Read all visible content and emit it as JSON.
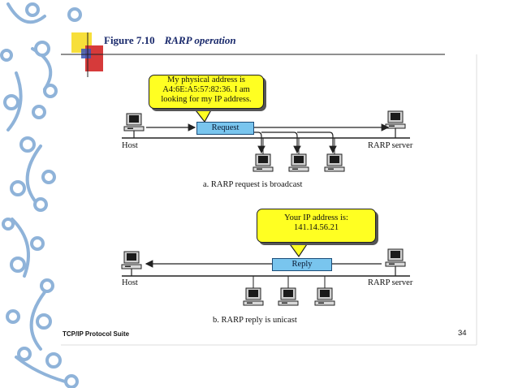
{
  "figure": {
    "number": "Figure 7.10",
    "caption": "RARP operation"
  },
  "part_a": {
    "bubble_lines": [
      "My physical address is",
      "A4:6E:A5:57:82:36.  I am",
      "looking for my IP address."
    ],
    "packet_label": "Request",
    "host_label": "Host",
    "server_label": "RARP server",
    "caption": "a. RARP request is broadcast"
  },
  "part_b": {
    "bubble_lines": [
      "Your IP address is:",
      "141.14.56.21"
    ],
    "packet_label": "Reply",
    "host_label": "Host",
    "server_label": "RARP server",
    "caption": "b. RARP reply is unicast"
  },
  "footer": {
    "left": "TCP/IP Protocol Suite",
    "page_number": "34"
  },
  "colors": {
    "bubble": "#ffff22",
    "packet": "#79c5ee",
    "title": "#1a2a6c",
    "decor": "#8fb3d9"
  },
  "icons": [
    "computer-icon",
    "arrow-icon",
    "chain-decoration"
  ]
}
